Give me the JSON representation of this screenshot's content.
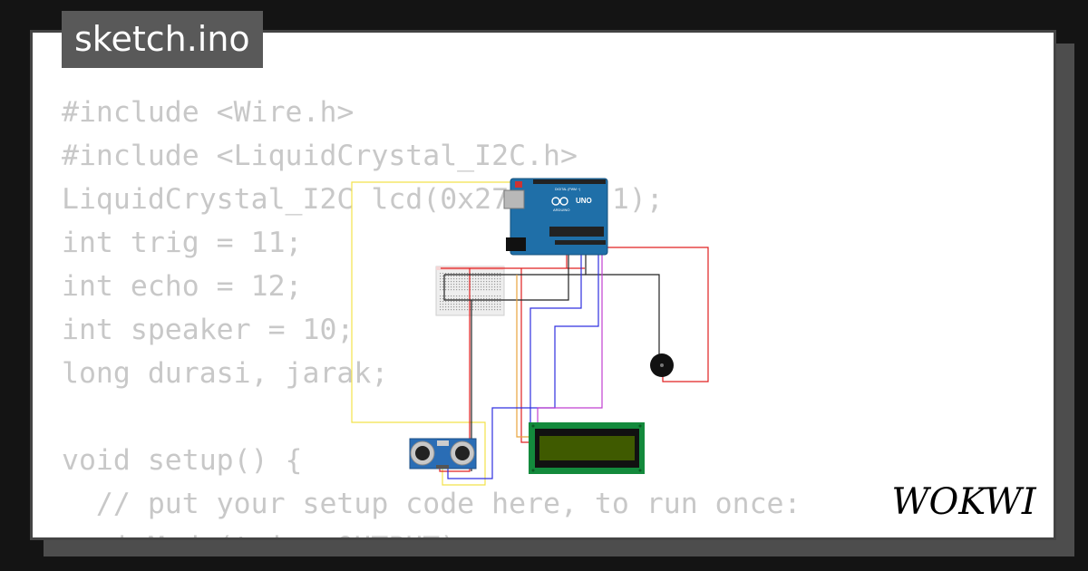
{
  "file_tab": {
    "label": "sketch.ino"
  },
  "code_lines": [
    "#include <Wire.h>",
    "#include <LiquidCrystal_I2C.h>",
    "LiquidCrystal_I2C lcd(0x27, 16, 1);",
    "int trig = 11;",
    "int echo = 12;",
    "int speaker = 10;",
    "long durasi, jarak;",
    "",
    "void setup() {",
    "  // put your setup code here, to run once:",
    "  pinMode(trig, OUTPUT);"
  ],
  "arduino": {
    "model_label": "UNO",
    "brand_label": "ARDUINO",
    "digital_label": "DIGITAL (PWM ~)"
  },
  "logo": {
    "text": "WOKWI"
  },
  "colors": {
    "background": "#141414",
    "card": "#ffffff",
    "tab_bg": "#595959",
    "code_text": "#c8c8c8",
    "board_blue": "#1f6fa8",
    "lcd_pcb": "#138a3c",
    "lcd_screen": "#3f5a00",
    "sensor_blue": "#2a6db5",
    "wire_red": "#e02020",
    "wire_black": "#222222",
    "wire_yellow": "#f2e24a",
    "wire_orange": "#e8a33c",
    "wire_blue": "#3030e0",
    "wire_purple": "#c040d0"
  }
}
